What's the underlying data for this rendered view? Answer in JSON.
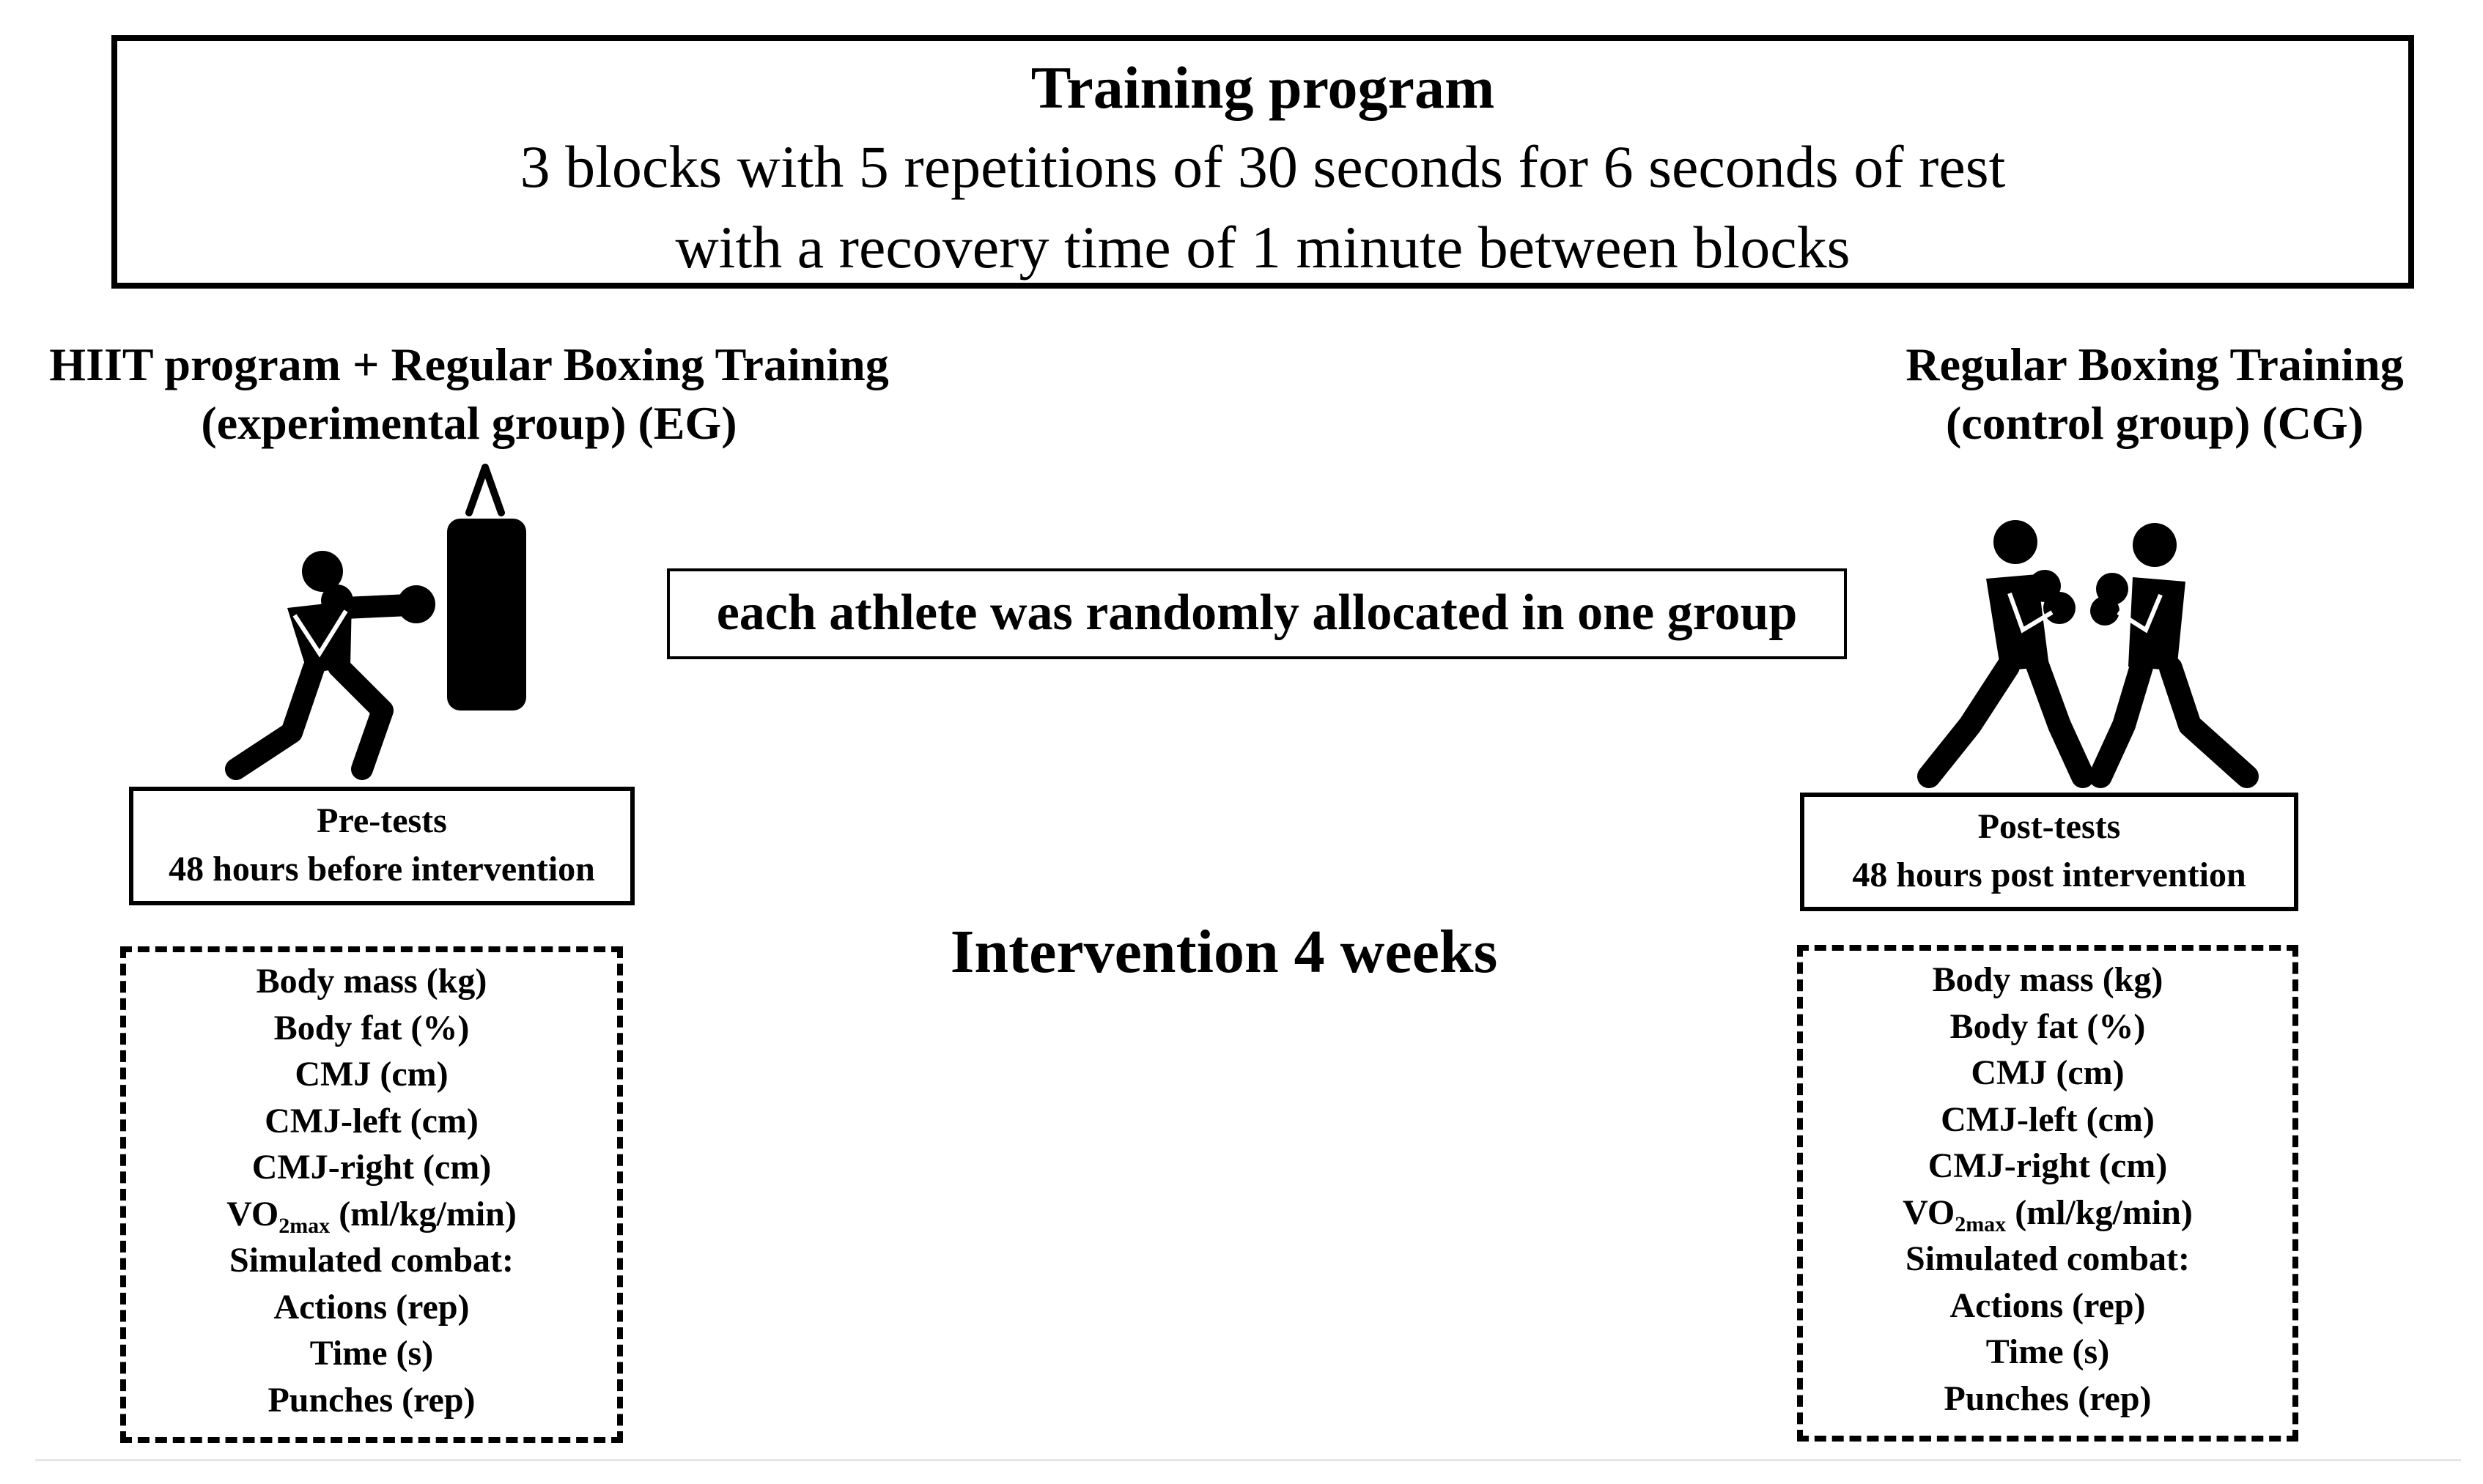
{
  "program": {
    "title": "Training program",
    "line1": "3 blocks with 5 repetitions of 30 seconds for 6 seconds of rest",
    "line2": "with a recovery time of 1 minute between blocks"
  },
  "eg": {
    "heading_line1": "HIIT program + Regular Boxing Training",
    "heading_line2": "(experimental group) (EG)"
  },
  "cg": {
    "heading_line1": "Regular Boxing Training",
    "heading_line2": "(control  group) (CG)"
  },
  "allocation": "each athlete was randomly allocated in one group",
  "pre_tests": {
    "line1": "Pre-tests",
    "line2": "48 hours before intervention"
  },
  "post_tests": {
    "line1": "Post-tests",
    "line2": "48 hours post intervention"
  },
  "intervention": "Intervention 4 weeks",
  "measures": {
    "body_mass": "Body mass (kg)",
    "body_fat": "Body fat (%)",
    "cmj": "CMJ (cm)",
    "cmj_left": "CMJ-left (cm)",
    "cmj_right": "CMJ-right (cm)",
    "vo2_prefix": "VO",
    "vo2_sub": "2max",
    "vo2_unit": " (ml/kg/min)",
    "simulated_combat": "Simulated combat:",
    "actions": "Actions (rep)",
    "time": "Time (s)",
    "punches": "Punches (rep)"
  },
  "icons": {
    "eg_figure": "boxer-punching-bag-icon",
    "cg_figure": "two-boxers-sparring-icon"
  },
  "colors": {
    "ink": "#000000",
    "background": "#ffffff"
  }
}
